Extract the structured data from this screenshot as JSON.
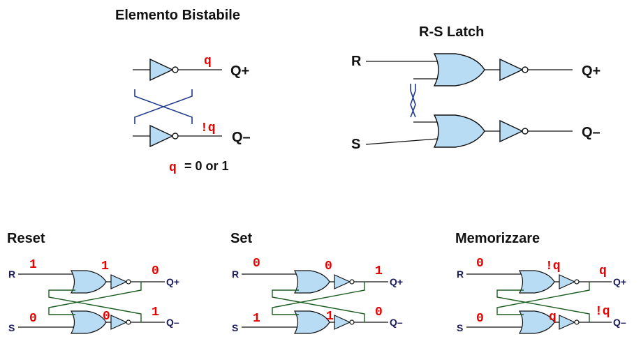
{
  "colors": {
    "gate_fill": "#b9dcf5",
    "value_red": "#e60000",
    "wire": "#111111",
    "bistable_cross": "#1f3a8a",
    "feedback_green": "#1b5e20"
  },
  "bistable": {
    "title": "Elemento Bistabile",
    "q_top": "q",
    "q_bottom": "!q",
    "out_top": "Q+",
    "out_bottom": "Q–",
    "eq_var": "q",
    "eq_text": "= 0 or 1"
  },
  "rslatch": {
    "title": "R-S Latch",
    "in_r": "R",
    "in_s": "S",
    "out_top": "Q+",
    "out_bottom": "Q–"
  },
  "panels": [
    {
      "title": "Reset",
      "r": "R",
      "s": "S",
      "qp": "Q+",
      "qm": "Q–",
      "v_r": "1",
      "v_g1": "1",
      "v_qp": "0",
      "v_s": "0",
      "v_g2": "0",
      "v_qm": "1"
    },
    {
      "title": "Set",
      "r": "R",
      "s": "S",
      "qp": "Q+",
      "qm": "Q–",
      "v_r": "0",
      "v_g1": "0",
      "v_qp": "1",
      "v_s": "1",
      "v_g2": "1",
      "v_qm": "0"
    },
    {
      "title": "Memorizzare",
      "r": "R",
      "s": "S",
      "qp": "Q+",
      "qm": "Q–",
      "v_r": "0",
      "v_g1": "!q",
      "v_qp": "q",
      "v_s": "0",
      "v_g2": "q",
      "v_qm": "!q"
    }
  ]
}
